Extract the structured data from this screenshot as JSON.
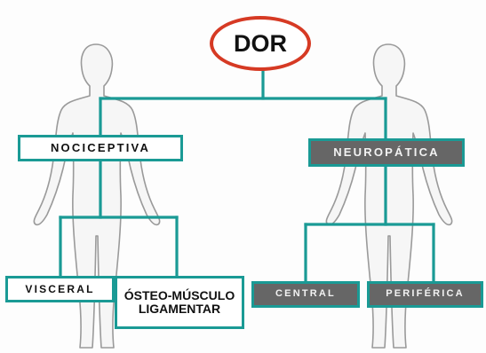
{
  "root": {
    "label": "DOR"
  },
  "left_branch": {
    "label": "NOCICEPTIVA",
    "children": [
      "VISCERAL",
      "ÓSTEO-MÚSCULO LIGAMENTAR"
    ]
  },
  "right_branch": {
    "label": "NEUROPÁTICA",
    "children": [
      "CENTRAL",
      "PERIFÉRICA"
    ]
  },
  "colors": {
    "connector": "#1a9a95",
    "root_border": "#d63a24",
    "dark_box_fill": "#666666",
    "figure_stroke": "#9a9a9a"
  }
}
